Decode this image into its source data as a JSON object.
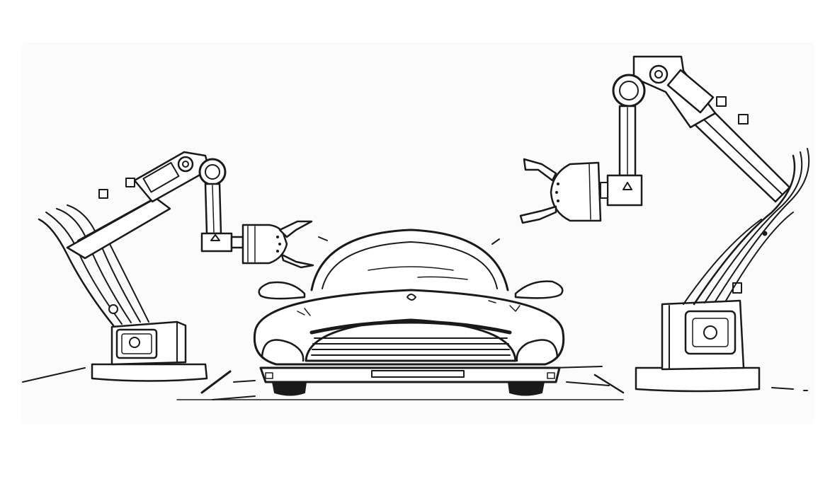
{
  "scene": {
    "subjects": [
      "robot-arm-left",
      "robot-arm-right",
      "car"
    ],
    "style": "black-and-white line drawing",
    "colors": {
      "ink": "#1a1a1a",
      "paper": "#ffffff",
      "backdrop": "#fbfbfb"
    }
  }
}
